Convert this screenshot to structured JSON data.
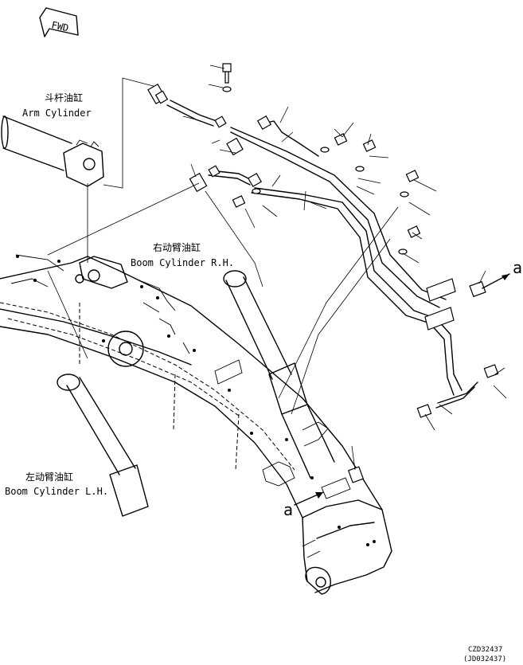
{
  "fwd_label": "FWD",
  "labels": {
    "arm_cn": "斗杆油缸",
    "arm_en": "Arm Cylinder",
    "boom_rh_cn": "右动臂油缸",
    "boom_rh_en": "Boom Cylinder R.H.",
    "boom_lh_cn": "左动臂油缸",
    "boom_lh_en": "Boom Cylinder L.H."
  },
  "callouts": {
    "a_right": "a",
    "a_boom": "a"
  },
  "drawing_numbers": {
    "primary": "CZD32437",
    "secondary": "(JD032437)"
  }
}
